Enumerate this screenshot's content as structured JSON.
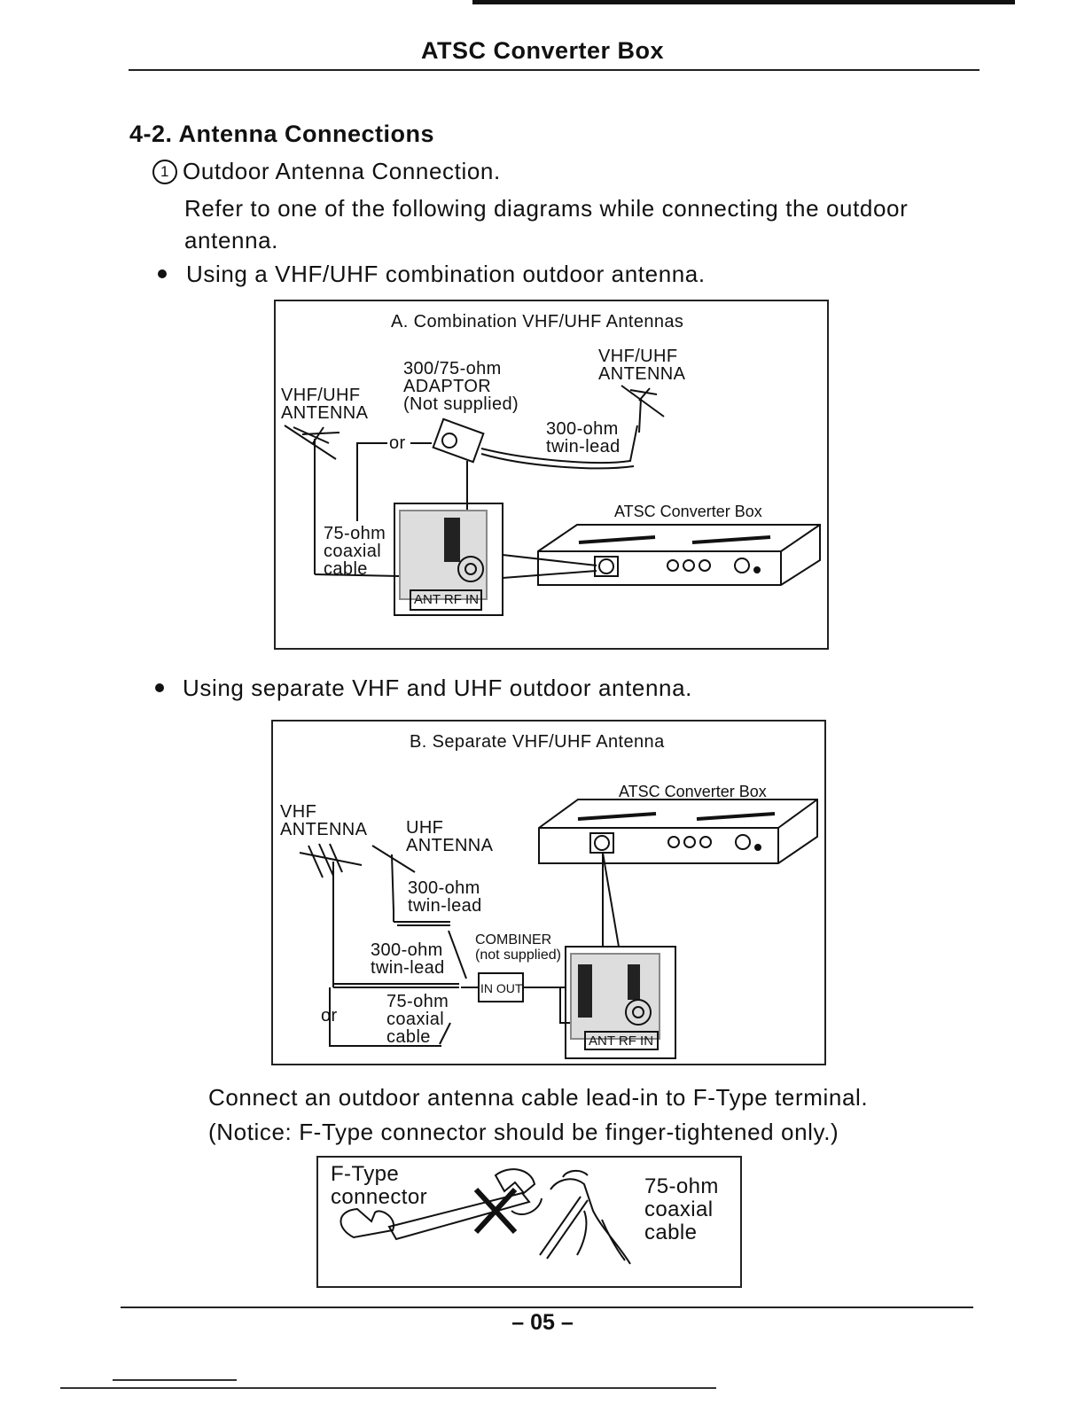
{
  "header": {
    "title": "ATSC Converter Box"
  },
  "section": {
    "title": "4-2. Antenna Connections",
    "step": {
      "number": "1",
      "title": "Outdoor Antenna Connection.",
      "description_line1": "Refer to one of the following diagrams while connecting the outdoor",
      "description_line2": "antenna."
    }
  },
  "bullet1": "Using a VHF/UHF combination outdoor antenna.",
  "diagram_a": {
    "title": "A. Combination VHF/UHF Antennas",
    "left_antenna": "VHF/UHF\nANTENNA",
    "adaptor": "300/75-ohm\nADAPTOR\n(Not supplied)",
    "right_antenna": "VHF/UHF\nANTENNA",
    "twin_lead": "300-ohm\ntwin-lead",
    "or": "or",
    "coax": "75-ohm\ncoaxial\ncable",
    "box_label": "ATSC Converter Box",
    "port_label": "ANT RF IN"
  },
  "bullet2": "Using separate VHF and UHF outdoor antenna.",
  "diagram_b": {
    "title": "B. Separate VHF/UHF Antenna",
    "box_label": "ATSC Converter Box",
    "vhf_antenna": "VHF\nANTENNA",
    "uhf_antenna": "UHF\nANTENNA",
    "twin_lead_uhf": "300-ohm\ntwin-lead",
    "combiner": "COMBINER\n(not supplied)",
    "twin_lead_vhf": "300-ohm\ntwin-lead",
    "combiner_ports": "IN OUT",
    "coax": "75-ohm\ncoaxial\ncable",
    "or": "or",
    "port_label": "ANT RF IN"
  },
  "connect_text_line1": "Connect an outdoor antenna cable lead-in to F-Type terminal.",
  "connect_text_line2": "(Notice: F-Type connector should be finger-tightened only.)",
  "diagram_c": {
    "left_label": "F-Type\nconnector",
    "right_label": "75-ohm\ncoaxial\ncable"
  },
  "footer": {
    "page_number": "– 05 –"
  }
}
